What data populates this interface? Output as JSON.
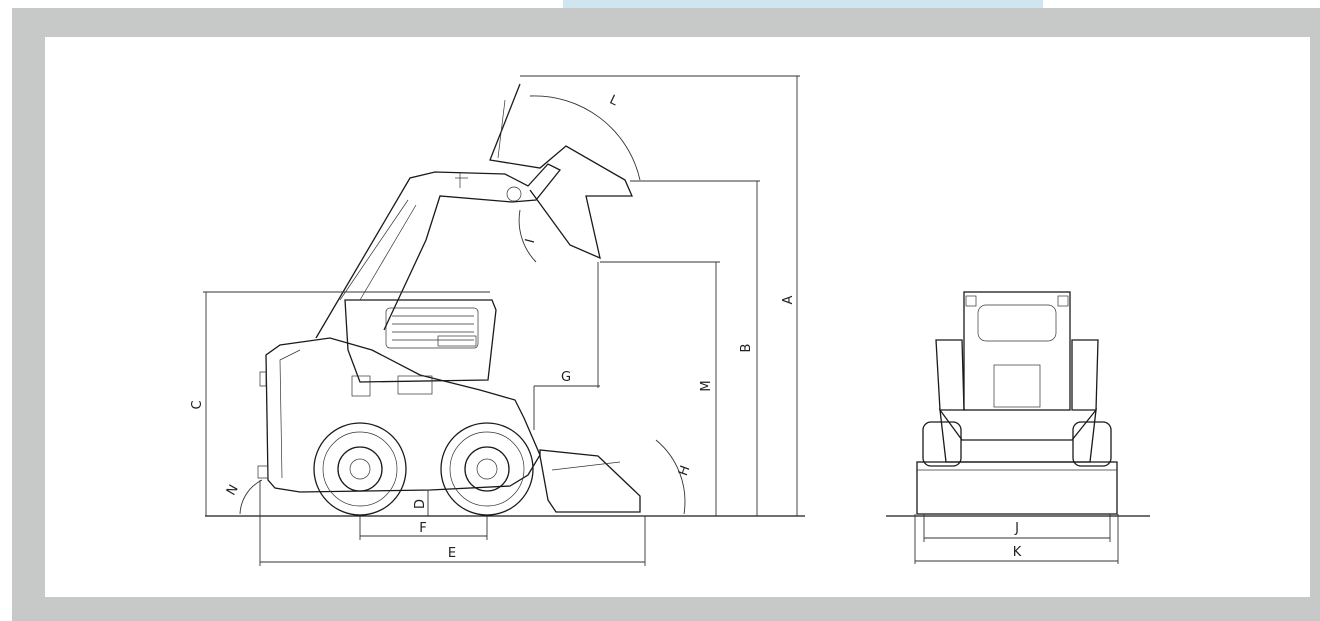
{
  "frame": {
    "outer_color": "#c6c9c8",
    "tab_color": "#cfe6f1",
    "canvas_color": "#ffffff"
  },
  "labels": {
    "A": "A",
    "B": "B",
    "C": "C",
    "D": "D",
    "E": "E",
    "F": "F",
    "G": "G",
    "H": "H",
    "I": "I",
    "J": "J",
    "K": "K",
    "L": "L",
    "M": "M",
    "N": "N"
  }
}
